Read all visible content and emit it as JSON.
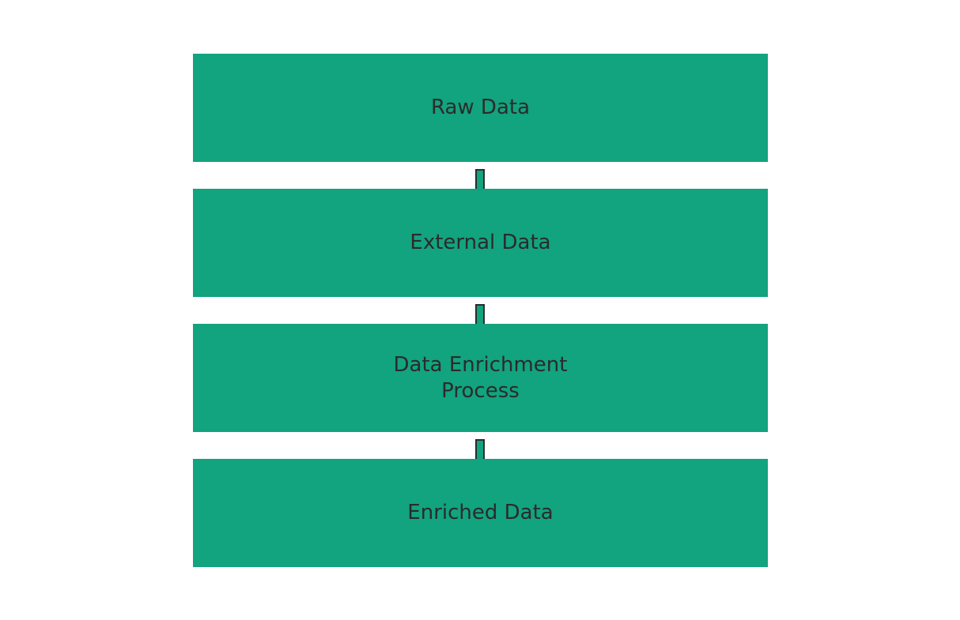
{
  "steps": [
    {
      "label": "Raw Data"
    },
    {
      "label": "External Data"
    },
    {
      "label": "Data Enrichment\nProcess"
    },
    {
      "label": "Enriched Data"
    }
  ],
  "colors": {
    "box_fill": "#12a37f",
    "text": "#2b2b2b",
    "connector_outline": "#2b2b2b",
    "background": "#ffffff"
  }
}
